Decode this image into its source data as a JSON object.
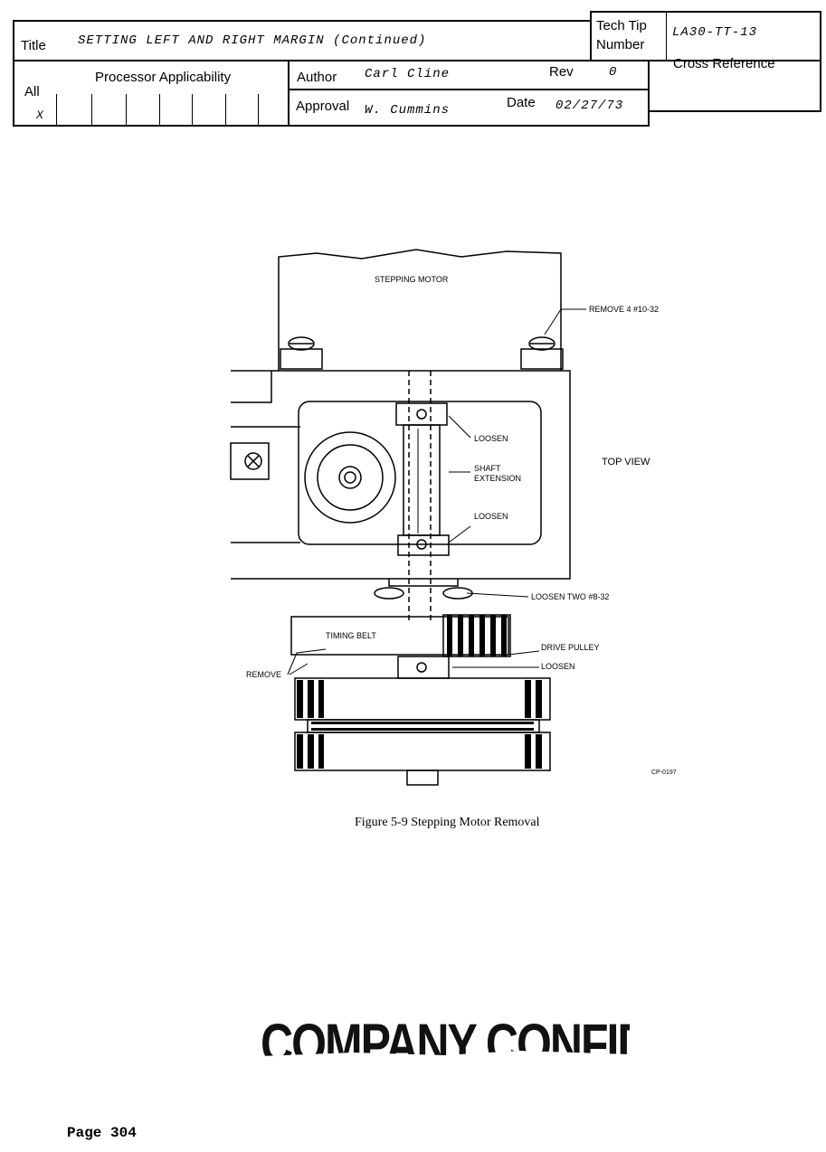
{
  "header": {
    "title_label": "Title",
    "title_value": "SETTING LEFT AND RIGHT MARGIN (Continued)",
    "techtip_label_1": "Tech Tip",
    "techtip_label_2": "Number",
    "techtip_value": "LA30-TT-13",
    "processor_label": "Processor Applicability",
    "all_label": "All",
    "all_mark": "X",
    "author_label": "Author",
    "author_value": "Carl Cline",
    "rev_label": "Rev",
    "rev_value": "0",
    "cross_reference_label": "Cross Reference",
    "approval_label": "Approval",
    "approval_value": "W. Cummins",
    "date_label": "Date",
    "date_value": "02/27/73"
  },
  "figure": {
    "stepping_motor": "STEPPING MOTOR",
    "remove_screws": "REMOVE 4 #10-32",
    "loosen_top": "LOOSEN",
    "shaft_extension_1": "SHAFT",
    "shaft_extension_2": "EXTENSION",
    "top_view": "TOP VIEW",
    "loosen_mid": "LOOSEN",
    "loosen_two": "LOOSEN TWO #8-32",
    "timing_belt": "TIMING BELT",
    "drive_pulley": "DRIVE PULLEY",
    "remove_belt": "REMOVE",
    "loosen_bottom": "LOOSEN",
    "drawing_code": "CP-0197"
  },
  "caption": "Figure 5-9   Stepping Motor Removal",
  "stamp": "COMPANY CONFIDENTIAL",
  "page_number": "Page 304"
}
